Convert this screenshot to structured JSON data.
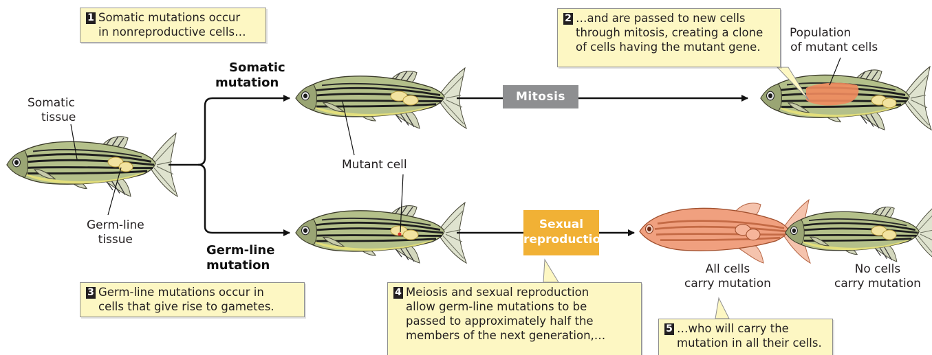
{
  "labels": {
    "somatic_tissue": [
      "Somatic",
      "tissue"
    ],
    "germline_tissue": [
      "Germ-line",
      "tissue"
    ],
    "somatic_mutation": [
      "Somatic",
      "mutation"
    ],
    "germline_mutation": [
      "Germ-line",
      "mutation"
    ],
    "mutant_cell": "Mutant cell",
    "population": [
      "Population",
      "of mutant cells"
    ],
    "all_cells": [
      "All cells",
      "carry mutation"
    ],
    "no_cells": [
      "No cells",
      "carry mutation"
    ]
  },
  "process_boxes": {
    "mitosis": "Mitosis",
    "sexual_reproduction": [
      "Sexual",
      "reproduction"
    ]
  },
  "callouts": {
    "c1": {
      "num": "1",
      "lines": [
        "Somatic mutations occur",
        "in nonreproductive cells…"
      ]
    },
    "c2": {
      "num": "2",
      "lines": [
        "…and are passed to new cells",
        "through mitosis, creating a clone",
        "of cells having the mutant gene."
      ]
    },
    "c3": {
      "num": "3",
      "lines": [
        "Germ-line mutations occur in",
        "cells that give rise to gametes."
      ]
    },
    "c4": {
      "num": "4",
      "lines": [
        "Meiosis and sexual reproduction",
        "allow germ-line mutations to be",
        "passed to approximately half the",
        "members of the next generation,…"
      ]
    },
    "c5": {
      "num": "5",
      "lines": [
        "…who will carry the",
        "mutation in all their cells."
      ]
    }
  },
  "colors": {
    "callout_fill": "#fdf7c3",
    "mitosis_box": "#8e8f91",
    "sexual_box": "#f1b135",
    "mutant_patch": "#f08a5d",
    "germline_patch": "#f2e3a0",
    "mutant_fish": "#f0a07f"
  }
}
